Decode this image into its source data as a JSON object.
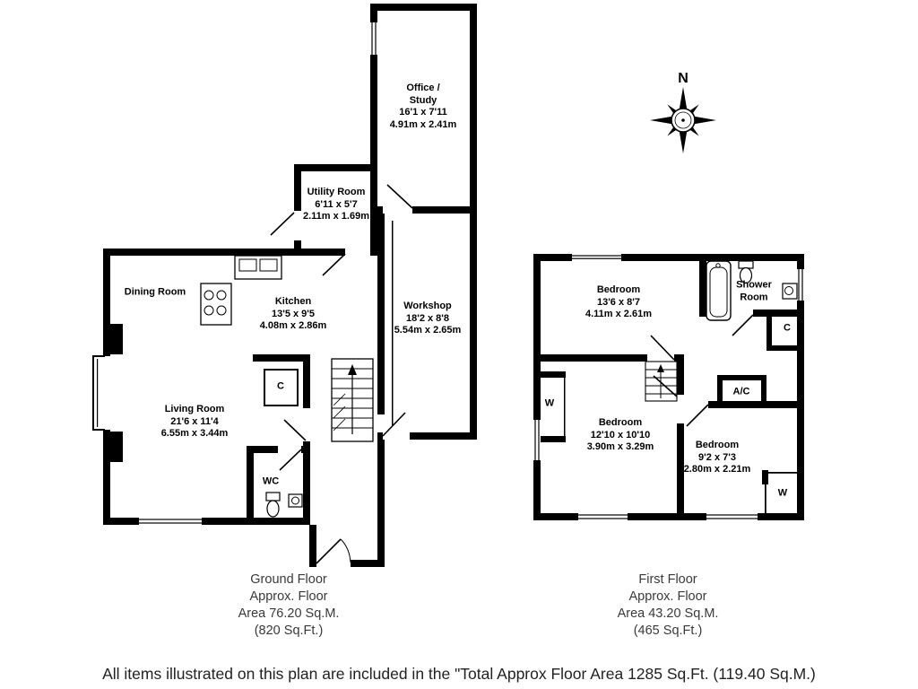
{
  "footer": {
    "text": "All items illustrated on this plan are included in the \"Total Approx Floor Area 1285 Sq.Ft. (119.40 Sq.M.)"
  },
  "compass": {
    "north": "N"
  },
  "ground_floor": {
    "caption": {
      "title": "Ground Floor",
      "line2": "Approx. Floor",
      "line3": "Area 76.20 Sq.M.",
      "line4": "(820 Sq.Ft.)"
    },
    "office_study": {
      "line1": "Office /",
      "line2": "Study",
      "imperial": "16'1 x 7'11",
      "metric": "4.91m x 2.41m"
    },
    "utility_room": {
      "name": "Utility Room",
      "imperial": "6'11 x 5'7",
      "metric": "2.11m x 1.69m"
    },
    "kitchen": {
      "name": "Kitchen",
      "imperial": "13'5 x 9'5",
      "metric": "4.08m x 2.86m"
    },
    "dining_room": {
      "name": "Dining Room"
    },
    "workshop": {
      "name": "Workshop",
      "imperial": "18'2 x 8'8",
      "metric": "5.54m x 2.65m"
    },
    "living_room": {
      "name": "Living Room",
      "imperial": "21'6 x 11'4",
      "metric": "6.55m x 3.44m"
    },
    "wc": {
      "name": "WC"
    },
    "cupboard": {
      "name": "C"
    }
  },
  "first_floor": {
    "caption": {
      "title": "First Floor",
      "line2": "Approx. Floor",
      "line3": "Area 43.20 Sq.M.",
      "line4": "(465 Sq.Ft.)"
    },
    "bedroom_1": {
      "name": "Bedroom",
      "imperial": "13'6 x 8'7",
      "metric": "4.11m x 2.61m"
    },
    "shower_room": {
      "line1": "Shower",
      "line2": "Room"
    },
    "bedroom_2": {
      "name": "Bedroom",
      "imperial": "12'10 x 10'10",
      "metric": "3.90m x 3.29m"
    },
    "bedroom_3": {
      "name": "Bedroom",
      "imperial": "9'2 x 7'3",
      "metric": "2.80m x 2.21m"
    },
    "cupboard": {
      "name": "C"
    },
    "ac_cupboard": {
      "name": "A/C"
    },
    "wardrobe_left": {
      "name": "W"
    },
    "wardrobe_right": {
      "name": "W"
    }
  }
}
